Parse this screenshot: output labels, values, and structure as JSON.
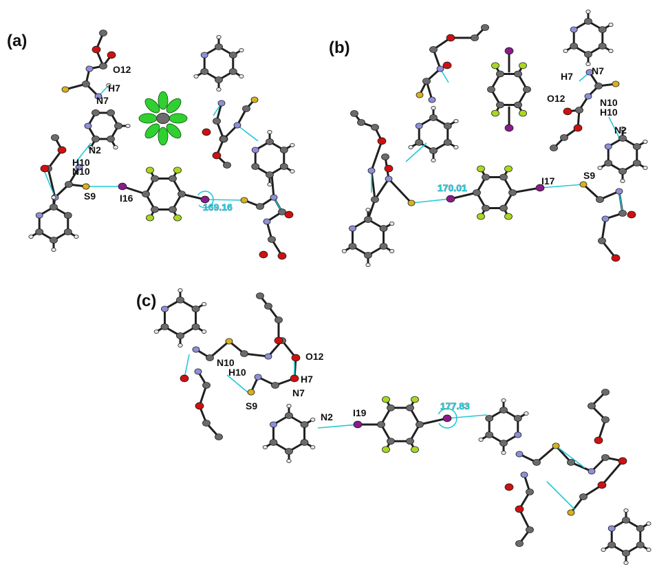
{
  "panels": [
    {
      "letter": "(a)",
      "atom_labels": [
        "O12",
        "H7",
        "N7",
        "N2",
        "H10",
        "N10",
        "S9",
        "I16"
      ],
      "angle": "169.16"
    },
    {
      "letter": "(b)",
      "atom_labels": [
        "H7",
        "N7",
        "O12",
        "N10",
        "H10",
        "N2",
        "I17",
        "S9"
      ],
      "angle": "170.01"
    },
    {
      "letter": "(c)",
      "atom_labels": [
        "N10",
        "O12",
        "H10",
        "H7",
        "N7",
        "S9",
        "N2",
        "I19"
      ],
      "angle": "177.83"
    }
  ],
  "colors": {
    "carbon": "#6b6b6b",
    "hydrogen": "#e8e8e8",
    "nitrogen": "#8f8fd8",
    "oxygen": "#d01010",
    "sulfur": "#d8b020",
    "fluorine": "#a8d820",
    "iodine": "#8a1c8a",
    "disorder": "#30d030",
    "contact": "#20c8d8",
    "bond": "#202020"
  }
}
